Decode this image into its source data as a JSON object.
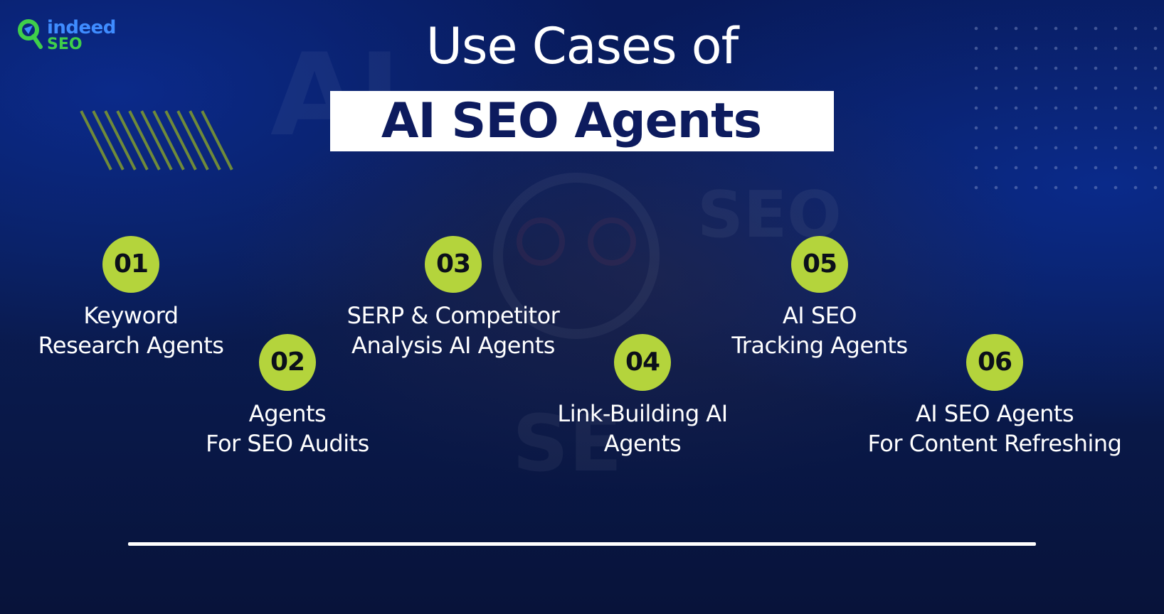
{
  "logo": {
    "line1": "indeed",
    "line2": "SEO"
  },
  "heading": {
    "line1": "Use Cases of",
    "line2": "AI SEO Agents"
  },
  "items": [
    {
      "number": "01",
      "line1": "Keyword",
      "line2": "Research Agents"
    },
    {
      "number": "02",
      "line1": "Agents",
      "line2": "For SEO Audits"
    },
    {
      "number": "03",
      "line1": "SERP & Competitor",
      "line2": "Analysis AI Agents"
    },
    {
      "number": "04",
      "line1": "Link-Building AI",
      "line2": "Agents"
    },
    {
      "number": "05",
      "line1": "AI SEO",
      "line2": "Tracking Agents"
    },
    {
      "number": "06",
      "line1": "AI SEO Agents",
      "line2": "For Content Refreshing"
    }
  ],
  "colors": {
    "badge": "#b4d43c",
    "heading_box": "#ffffff",
    "heading_text": "#0d1b5e",
    "background": "#0a1d55"
  }
}
